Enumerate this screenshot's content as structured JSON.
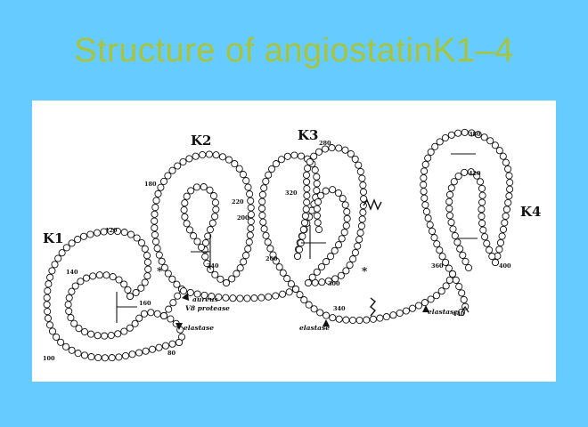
{
  "slide": {
    "title": "Structure of angiostatinK1–4"
  },
  "diagram": {
    "kringles": [
      {
        "id": "k1",
        "label": "K1"
      },
      {
        "id": "k2",
        "label": "K2"
      },
      {
        "id": "k3",
        "label": "K3"
      },
      {
        "id": "k4",
        "label": "K4"
      }
    ],
    "residue_numbers": [
      "80",
      "100",
      "120",
      "140",
      "160",
      "180",
      "200",
      "220",
      "240",
      "260",
      "280",
      "300",
      "320",
      "340",
      "360",
      "380",
      "400",
      "420",
      "440"
    ],
    "cleavage_labels": {
      "elastase_1": "elastase",
      "aureus": "aureus",
      "v8_protease": "V8 protease",
      "elastase_2": "elastase",
      "elastase_3": "elastase"
    }
  }
}
